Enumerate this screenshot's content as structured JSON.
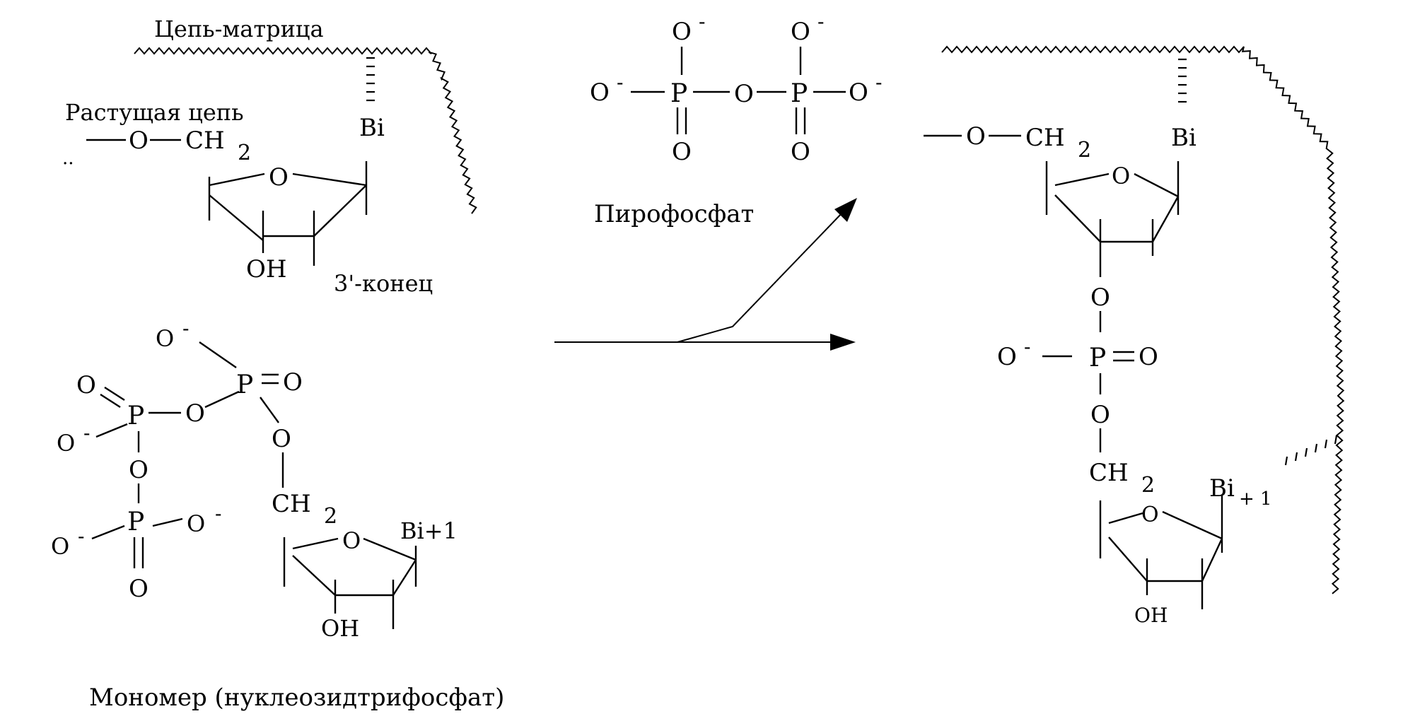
{
  "labels": {
    "template_chain": "Цепь-матрица",
    "growing_chain": "Растущая цепь",
    "three_prime_end": "3'-конец",
    "pyrophosphate": "Пирофосфат",
    "monomer": "Мономер (нуклеозидтрифосфат)"
  },
  "atoms": {
    "oxygen": "O",
    "phosphorus": "P",
    "anion": "-",
    "ch2": "CH",
    "sub2": "2",
    "oh": "OH",
    "base_i": "Bi",
    "base_i1": "Bi+1",
    "base_i1_prod": "Bi",
    "base_i1_prod_sub": "+ 1",
    "leftdots": ".."
  }
}
